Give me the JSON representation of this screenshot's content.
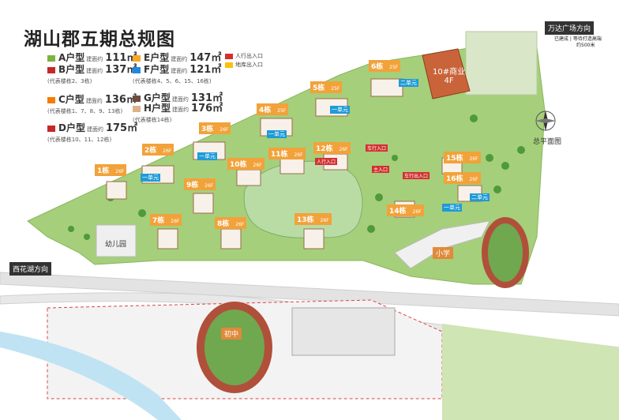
{
  "title": "湖山郡五期总规图",
  "legend": [
    {
      "name": "A户型",
      "area": "111㎡",
      "sub": "建面约",
      "note": "",
      "color": "#7cb342"
    },
    {
      "name": "B户型",
      "area": "137㎡",
      "sub": "建面约",
      "note": "(代表楼栋2、3栋)",
      "color": "#c62828"
    },
    {
      "name": "C户型",
      "area": "136㎡",
      "sub": "建面约",
      "note": "(代表楼栋1、7、8、9、13栋)",
      "color": "#f57c00"
    },
    {
      "name": "D户型",
      "area": "175㎡",
      "sub": "建面约",
      "note": "(代表楼栋10、11、12栋)",
      "color": "#c62828"
    },
    {
      "name": "E户型",
      "area": "147㎡",
      "sub": "建面约",
      "note": "",
      "color": "#f9a825"
    },
    {
      "name": "F户型",
      "area": "121㎡",
      "sub": "建面约",
      "note": "(代表楼栋4、5、6、15、16栋)",
      "color": "#1e88e5"
    },
    {
      "name": "G户型",
      "area": "131㎡",
      "sub": "建面约",
      "note": "",
      "color": "#6d4c41"
    },
    {
      "name": "H户型",
      "area": "176㎡",
      "sub": "建面约",
      "note": "(代表楼栋14栋)",
      "color": "#e0b08a"
    }
  ],
  "entries": {
    "person": "人行出入口",
    "car": "地库出入口"
  },
  "buildings": [
    {
      "name": "1栋",
      "floors": "26F"
    },
    {
      "name": "2栋",
      "floors": "26F"
    },
    {
      "name": "3栋",
      "floors": "26F"
    },
    {
      "name": "4栋",
      "floors": "25F"
    },
    {
      "name": "5栋",
      "floors": "25F"
    },
    {
      "name": "6栋",
      "floors": "25F"
    },
    {
      "name": "7栋",
      "floors": "26F"
    },
    {
      "name": "8栋",
      "floors": "26F"
    },
    {
      "name": "9栋",
      "floors": "26F"
    },
    {
      "name": "10栋",
      "floors": "26F"
    },
    {
      "name": "11栋",
      "floors": "26F"
    },
    {
      "name": "12栋",
      "floors": "26F"
    },
    {
      "name": "13栋",
      "floors": "26F"
    },
    {
      "name": "14栋",
      "floors": "26F"
    },
    {
      "name": "15栋",
      "floors": "26F"
    },
    {
      "name": "16栋",
      "floors": "26F"
    }
  ],
  "unit_label": "一单元",
  "unit_label2": "二单元",
  "facilities": {
    "kindergarten": "幼儿园",
    "primary": "小学",
    "middle": "初中",
    "commercial": "10#商业",
    "commercial_floors": "4F"
  },
  "directions": {
    "west": "西花湖方向",
    "east": "万达广场方向",
    "east_sub": "已建成 | 等待打造高端",
    "east_dist": "约500米"
  },
  "compass": "总平面图",
  "entrance_tags": [
    "人行入口",
    "车行入口",
    "主入口",
    "车行出入口"
  ],
  "colors": {
    "orange": "#f2a23a",
    "blue": "#1f9bd7",
    "red": "#d32f2f",
    "green": "#8bc34a",
    "road": "#e3e3e3",
    "lake": "#b9dca5"
  }
}
